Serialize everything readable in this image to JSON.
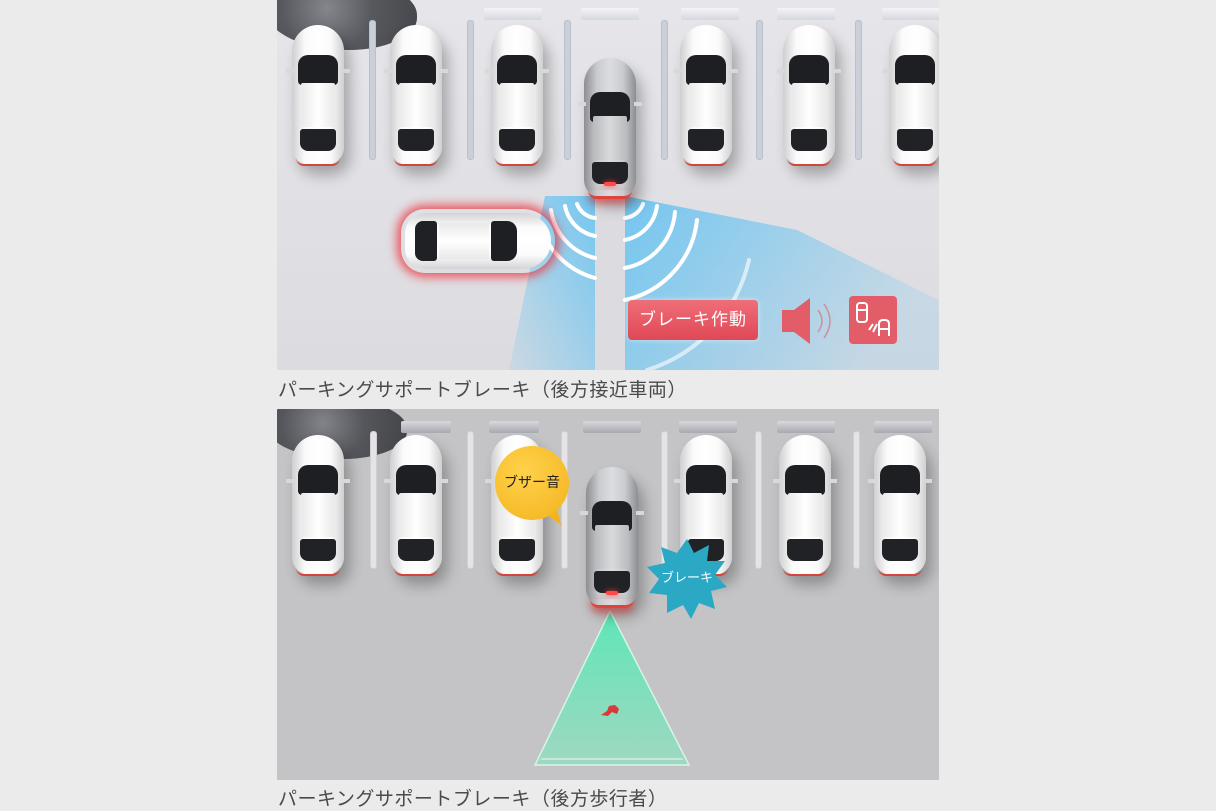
{
  "panels": [
    {
      "id": "rear-approaching-vehicle",
      "caption": "パーキングサポートブレーキ（後方接近車両）",
      "alert_label": "ブレーキ作動",
      "icons": [
        "speaker-icon",
        "parking-sensor-sign-icon"
      ],
      "colors": {
        "sensor_zone": "#6fc3ee",
        "alert": "#e04856"
      }
    },
    {
      "id": "rear-pedestrian",
      "caption": "パーキングサポートブレーキ（後方歩行者）",
      "buzzer_label": "ブザー音",
      "brake_label": "ブレーキ",
      "icons": [
        "pedestrian-icon"
      ],
      "colors": {
        "detection_zone": "#6fe0b4",
        "buzzer": "#f3b21e",
        "brake_burst": "#2aa8c4"
      }
    }
  ]
}
